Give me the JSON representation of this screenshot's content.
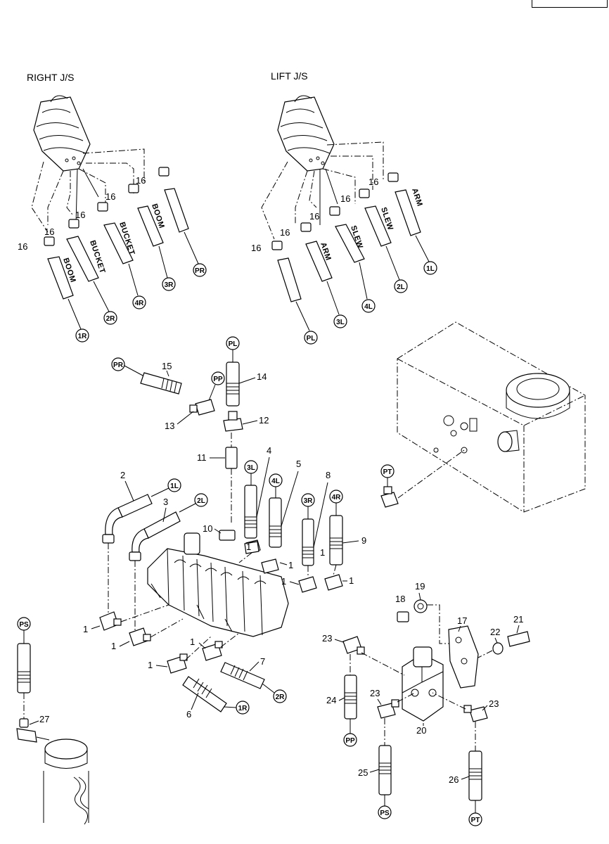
{
  "page_box": {
    "text": ""
  },
  "titles": {
    "right": "RIGHT J/S",
    "lift": "LIFT J/S"
  },
  "function_labels": [
    "BOOM",
    "BUCKET",
    "BUCKET",
    "BOOM",
    "ARM",
    "SLEW",
    "SLEW",
    "ARM"
  ],
  "port_labels": [
    "1R",
    "2R",
    "4R",
    "3R",
    "PR",
    "PL",
    "3L",
    "4L",
    "2L",
    "1L",
    "PR",
    "PP",
    "PL",
    "1L",
    "2L",
    "3L",
    "4L",
    "3R",
    "4R",
    "PT",
    "PS",
    "1R",
    "2R",
    "PP",
    "PS",
    "PT"
  ],
  "part_numbers": [
    "16",
    "16",
    "16",
    "16",
    "16",
    "16",
    "16",
    "16",
    "16",
    "16",
    "15",
    "14",
    "13",
    "12",
    "11",
    "10",
    "2",
    "3",
    "4",
    "5",
    "8",
    "9",
    "1",
    "1",
    "1",
    "1",
    "1",
    "1",
    "1",
    "1",
    "1",
    "6",
    "7",
    "27",
    "18",
    "19",
    "17",
    "21",
    "22",
    "23",
    "23",
    "23",
    "24",
    "20",
    "25",
    "26"
  ]
}
